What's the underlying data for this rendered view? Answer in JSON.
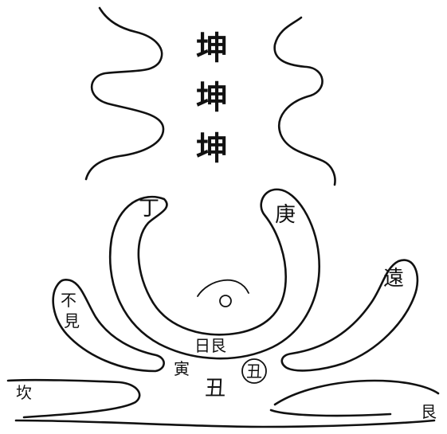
{
  "title_stack": [
    "坤",
    "坤",
    "坤"
  ],
  "labels": {
    "ding": "丁",
    "geng": "庚",
    "bujian": "不見",
    "yuan": "遠",
    "center_a": "日艮",
    "center_b": "寅",
    "circled": "丑",
    "center_c": "丑",
    "bottom_left": "坎",
    "bottom_right": "艮"
  }
}
